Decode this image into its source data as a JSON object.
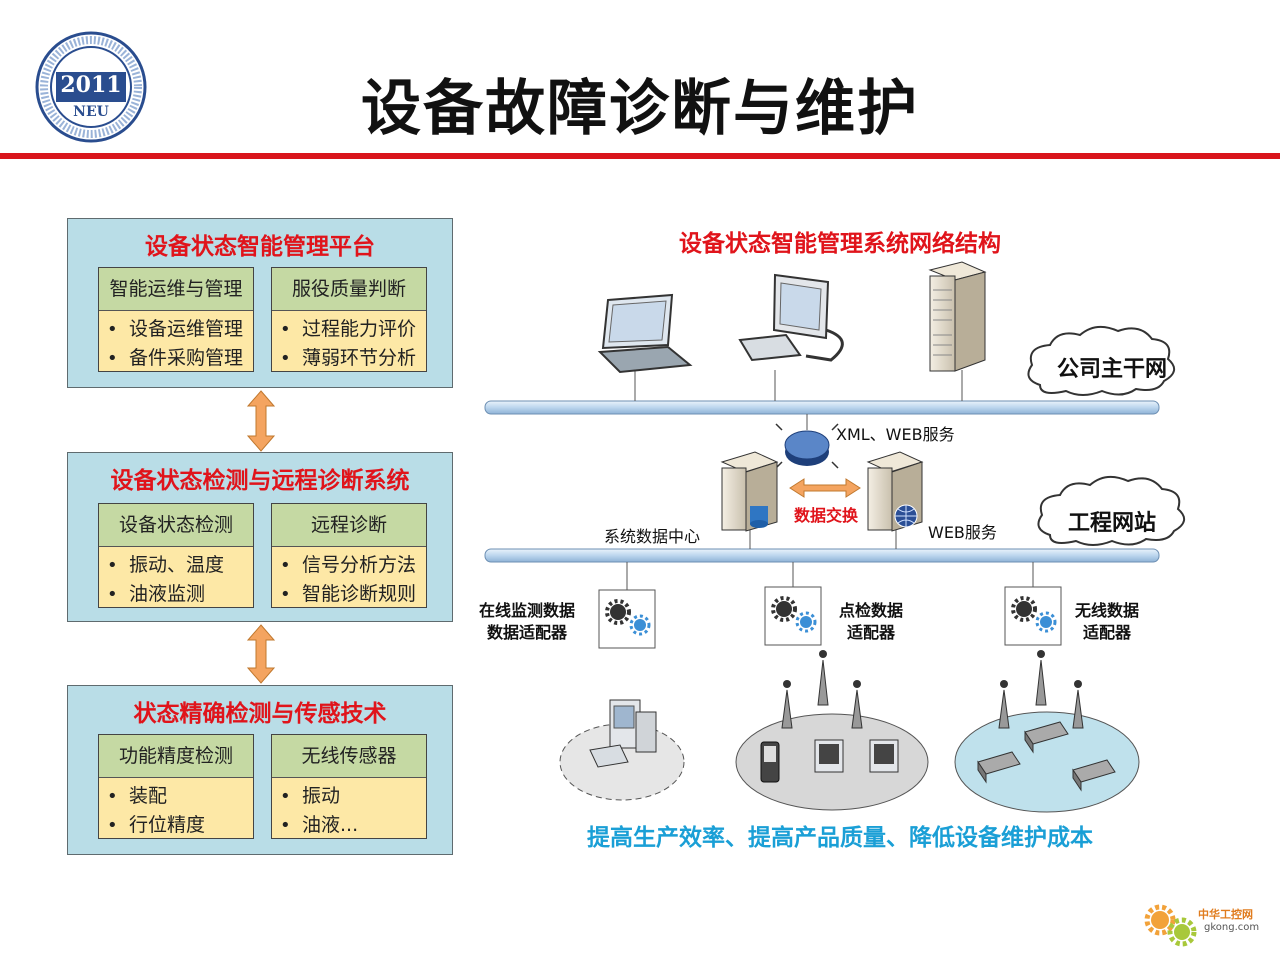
{
  "header": {
    "title": "设备故障诊断与维护",
    "logo": {
      "year": "2011",
      "abbr": "NEU",
      "icon": "university-seal-icon"
    }
  },
  "left_panels": [
    {
      "title": "设备状态智能管理平台",
      "boxes": [
        {
          "head": "智能运维与管理",
          "items": [
            "设备运维管理",
            "备件采购管理"
          ]
        },
        {
          "head": "服役质量判断",
          "items": [
            "过程能力评价",
            "薄弱环节分析"
          ]
        }
      ]
    },
    {
      "title": "设备状态检测与远程诊断系统",
      "boxes": [
        {
          "head": "设备状态检测",
          "items": [
            "振动、温度",
            "油液监测"
          ]
        },
        {
          "head": "远程诊断",
          "items": [
            "信号分析方法",
            "智能诊断规则"
          ]
        }
      ]
    },
    {
      "title": "状态精确检测与传感技术",
      "boxes": [
        {
          "head": "功能精度检测",
          "items": [
            "装配",
            "行位精度"
          ]
        },
        {
          "head": "无线传感器",
          "items": [
            "振动",
            "油液..."
          ]
        }
      ]
    }
  ],
  "network": {
    "title": "设备状态智能管理系统网络结构",
    "cloud_top": "公司主干网",
    "cloud_mid": "工程网站",
    "xml_service": "XML、WEB服务",
    "data_exchange": "数据交换",
    "data_center": "系统数据中心",
    "web_service": "WEB服务",
    "adapters": [
      {
        "label_line1": "在线监测数据",
        "label_line2": "数据适配器"
      },
      {
        "label_line1": "点检数据",
        "label_line2": "适配器"
      },
      {
        "label_line1": "无线数据",
        "label_line2": "适配器"
      }
    ],
    "benefit": "提高生产效率、提高产品质量、降低设备维护成本"
  },
  "watermark": {
    "line1": "中华工控网",
    "line2": "gkong.com"
  },
  "colors": {
    "accent_red": "#e0141b",
    "panel_bg": "#b9dde7",
    "sub_head_bg": "#c5d9a3",
    "sub_body_bg": "#fde8a6",
    "arrow_orange": "#f4a460",
    "benefit_blue": "#1a9fd6"
  }
}
